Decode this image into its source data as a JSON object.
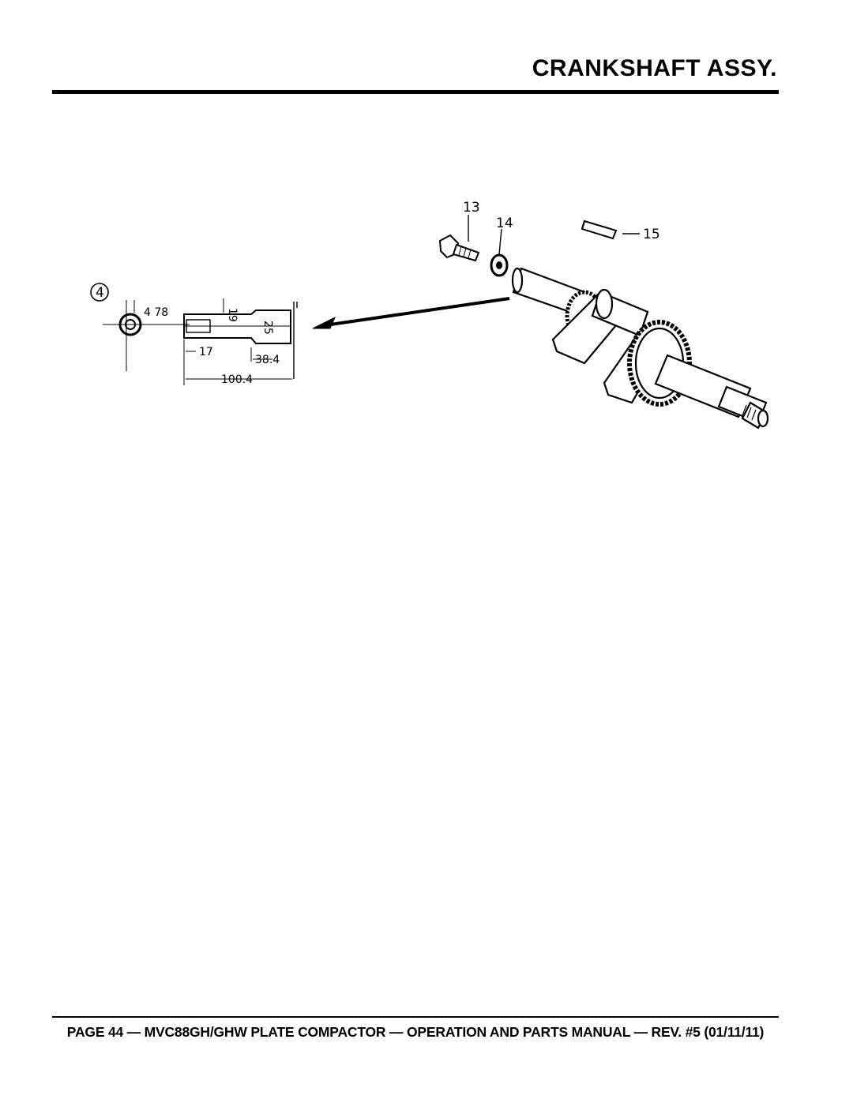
{
  "header": {
    "title": "CRANKSHAFT ASSY."
  },
  "figure": {
    "callouts": {
      "bolt": "13",
      "washer": "14",
      "key": "15",
      "detail": "4"
    },
    "dimensions": {
      "d1": "4 78",
      "d2": "19",
      "d3": "25",
      "d4": "17",
      "d5": "38.4",
      "d6": "100.4"
    }
  },
  "footer": {
    "text": "PAGE 44 — MVC88GH/GHW PLATE COMPACTOR — OPERATION AND PARTS MANUAL — REV. #5 (01/11/11)"
  }
}
